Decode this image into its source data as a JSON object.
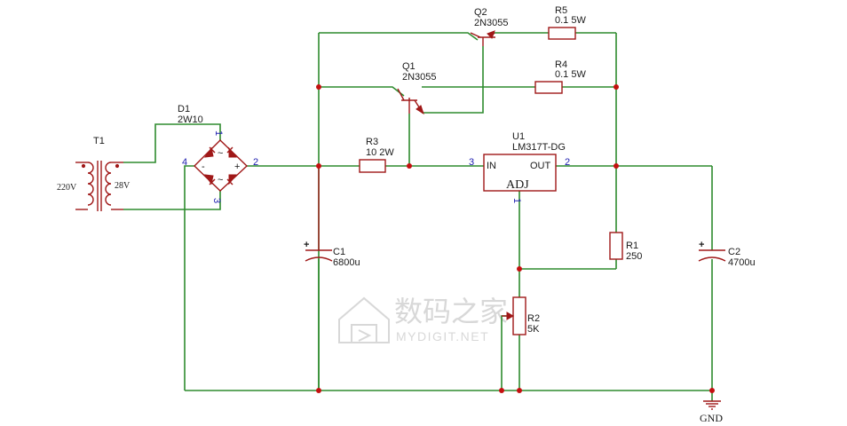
{
  "transformer": {
    "ref": "T1",
    "primary": "220V",
    "secondary": "28V"
  },
  "bridge": {
    "ref": "D1",
    "value": "2W10",
    "pin1": "1",
    "pin2": "2",
    "pin3": "3",
    "pin4": "4",
    "minus": "-",
    "plus": "+",
    "ac1": "~",
    "ac2": "~"
  },
  "q1": {
    "ref": "Q1",
    "value": "2N3055"
  },
  "q2": {
    "ref": "Q2",
    "value": "2N3055"
  },
  "r3": {
    "ref": "R3",
    "value": "10 2W"
  },
  "r4": {
    "ref": "R4",
    "value": "0.1 5W"
  },
  "r5": {
    "ref": "R5",
    "value": "0.1 5W"
  },
  "u1": {
    "ref": "U1",
    "value": "LM317T-DG",
    "in_label": "IN",
    "out_label": "OUT",
    "adj_label": "ADJ",
    "pin_in": "3",
    "pin_out": "2",
    "pin_adj": "1"
  },
  "c1": {
    "ref": "C1",
    "value": "6800u",
    "polarity": "+"
  },
  "c2": {
    "ref": "C2",
    "value": "4700u",
    "polarity": "+"
  },
  "r1": {
    "ref": "R1",
    "value": "250"
  },
  "r2": {
    "ref": "R2",
    "value": "5K"
  },
  "ground": {
    "label": "GND"
  },
  "watermark": {
    "text_cn": "数码之家",
    "text_en": "MYDIGIT.NET"
  },
  "colors": {
    "wire": "#2e8b2e",
    "component": "#a01818",
    "junction": "#c41010",
    "pin_number": "#2020b0"
  }
}
